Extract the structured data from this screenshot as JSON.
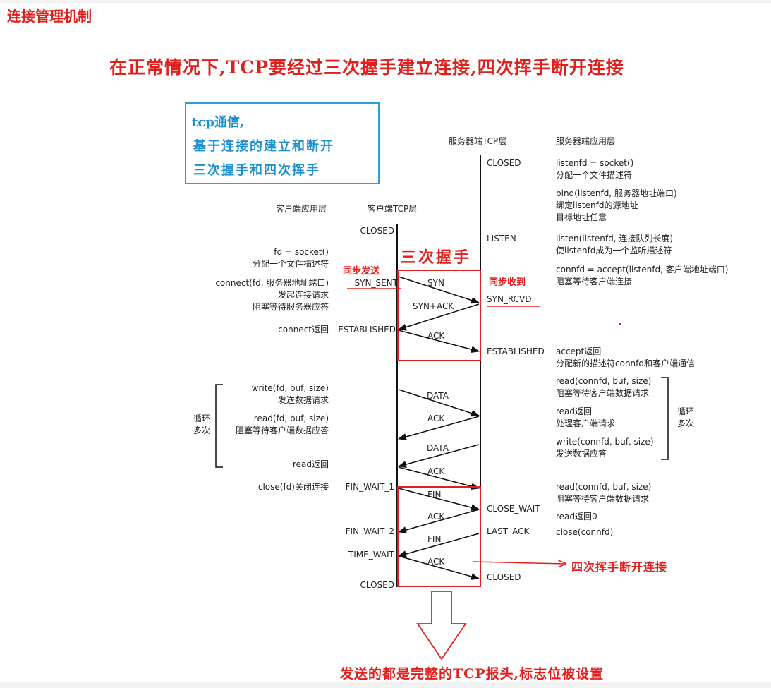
{
  "page_title": "连接管理机制",
  "headline": "在正常情况下,TCP要经过三次握手建立连接,四次挥手断开连接",
  "blue_box": {
    "line1": "tcp通信,",
    "line2": "基于连接的建立和断开",
    "line3": "三次握手和四次挥手"
  },
  "headers": {
    "client_app": "客户端应用层",
    "client_tcp": "客户端TCP层",
    "server_tcp": "服务器端TCP层",
    "server_app": "服务器端应用层"
  },
  "client_states": {
    "closed_top": "CLOSED",
    "syn_sent": "SYN_SENT",
    "established": "ESTABLISHED",
    "fin_wait_1": "FIN_WAIT_1",
    "fin_wait_2": "FIN_WAIT_2",
    "time_wait": "TIME_WAIT",
    "closed_bottom": "CLOSED"
  },
  "server_states": {
    "closed_top": "CLOSED",
    "listen": "LISTEN",
    "syn_rcvd": "SYN_RCVD",
    "established": "ESTABLISHED",
    "close_wait": "CLOSE_WAIT",
    "last_ack": "LAST_ACK",
    "closed_bottom": "CLOSED"
  },
  "client_app": {
    "socket_1": "fd = socket()",
    "socket_2": "分配一个文件描述符",
    "connect_1": "connect(fd, 服务器地址端口)",
    "connect_2": "发起连接请求",
    "connect_3": "阻塞等待服务器应答",
    "connect_ret": "connect返回",
    "write_1": "write(fd, buf, size)",
    "write_2": "发送数据请求",
    "read_1": "read(fd, buf, size)",
    "read_2": "阻塞等待客户端数据应答",
    "read_ret": "read返回",
    "close": "close(fd)关闭连接",
    "loop_1": "循环",
    "loop_2": "多次"
  },
  "server_app": {
    "socket_1": "listenfd = socket()",
    "socket_2": "分配一个文件描述符",
    "bind_1": "bind(listenfd, 服务器地址端口)",
    "bind_2": "绑定listenfd的源地址",
    "bind_3": "目标地址任意",
    "listen_1": "listen(listenfd, 连接队列长度)",
    "listen_2": "使listenfd成为一个监听描述符",
    "accept_1": "connfd = accept(listenfd, 客户端地址端口)",
    "accept_2": "阻塞等待客户端连接",
    "accept_ret_1": "accept返回",
    "accept_ret_2": "分配新的描述符connfd和客户端通信",
    "read_1": "read(connfd, buf, size)",
    "read_2": "阻塞等待客户端数据请求",
    "read_ret_1": "read返回",
    "read_ret_2": "处理客户端请求",
    "write_1": "write(connfd, buf, size)",
    "write_2": "发送数据应答",
    "read_b1": "read(connfd, buf, size)",
    "read_b2": "阻塞等待客户端数据请求",
    "read_b3": "read返回0",
    "close": "close(connfd)",
    "loop_1": "循环",
    "loop_2": "多次"
  },
  "messages": {
    "syn": "SYN",
    "syn_ack": "SYN+ACK",
    "ack1": "ACK",
    "data1": "DATA",
    "ack2": "ACK",
    "data2": "DATA",
    "ack3": "ACK",
    "fin1": "FIN",
    "ack4": "ACK",
    "fin2": "FIN",
    "ack5": "ACK"
  },
  "annotations": {
    "three_way": "三次握手",
    "sync_send": "同步发送",
    "sync_recv": "同步收到",
    "four_way": "四次挥手断开连接",
    "bottom_note": "发送的都是完整的TCP报头,标志位被设置"
  },
  "colors": {
    "red": "#e0201c",
    "blue": "#2b9fd8",
    "black": "#111111"
  }
}
